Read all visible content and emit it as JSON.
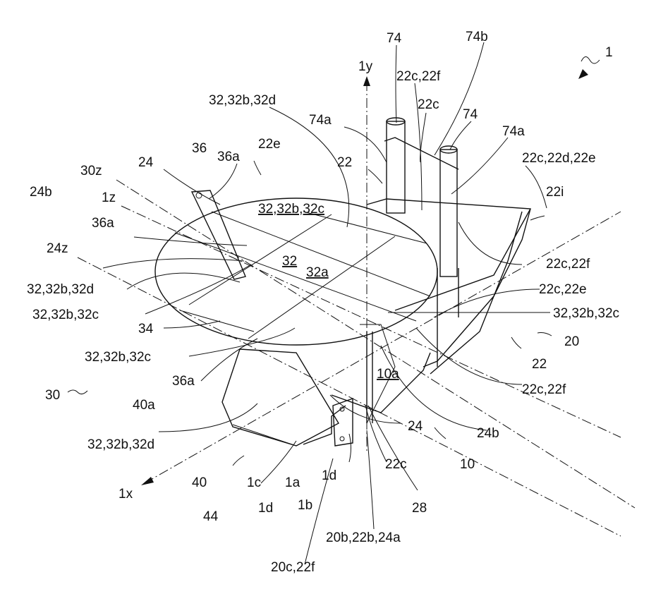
{
  "figure": {
    "labels": {
      "l1": "1",
      "l74_top": "74",
      "l74b": "74b",
      "l1y": "1y",
      "l22c22f_top": "22c,22f",
      "l32_top": "32,32b,32d",
      "l22c_top": "22c",
      "l74_mid": "74",
      "l74a_left": "74a",
      "l74a_right": "74a",
      "l36": "36",
      "l22e": "22e",
      "l24": "24",
      "l36a_top": "36a",
      "l22": "22",
      "l22c22d22e": "22c,22d,22e",
      "l30z": "30z",
      "l24b_left": "24b",
      "l1z": "1z",
      "l32_center_ul": "32,32b,32c",
      "l22i": "22i",
      "l36a_left": "36a",
      "l24z": "24z",
      "l32_center": "32",
      "l32a": "32a",
      "l22c22f_r1": "22c,22f",
      "l32_left1": "32,32b,32d",
      "l22c22e": "22c,22e",
      "l32_left2": "32,32b,32c",
      "l32_right": "32,32b,32c",
      "l34": "34",
      "l20": "20",
      "l32_lower": "32,32b,32c",
      "l22_right": "22",
      "l36a_lower": "36a",
      "l10a": "10a",
      "l22c22f_r2": "22c,22f",
      "l30": "30",
      "l40a": "40a",
      "l24_bottom": "24",
      "l24b_bottom": "24b",
      "l32_bottom": "32,32b,32d",
      "l10": "10",
      "l22c_bottom": "22c",
      "l1x": "1x",
      "l40": "40",
      "l1c": "1c",
      "l1a": "1a",
      "l1d_right": "1d",
      "l44": "44",
      "l1d_left": "1d",
      "l1b": "1b",
      "l28": "28",
      "l20b22b24a": "20b,22b,24a",
      "l20c22f": "20c,22f"
    }
  }
}
